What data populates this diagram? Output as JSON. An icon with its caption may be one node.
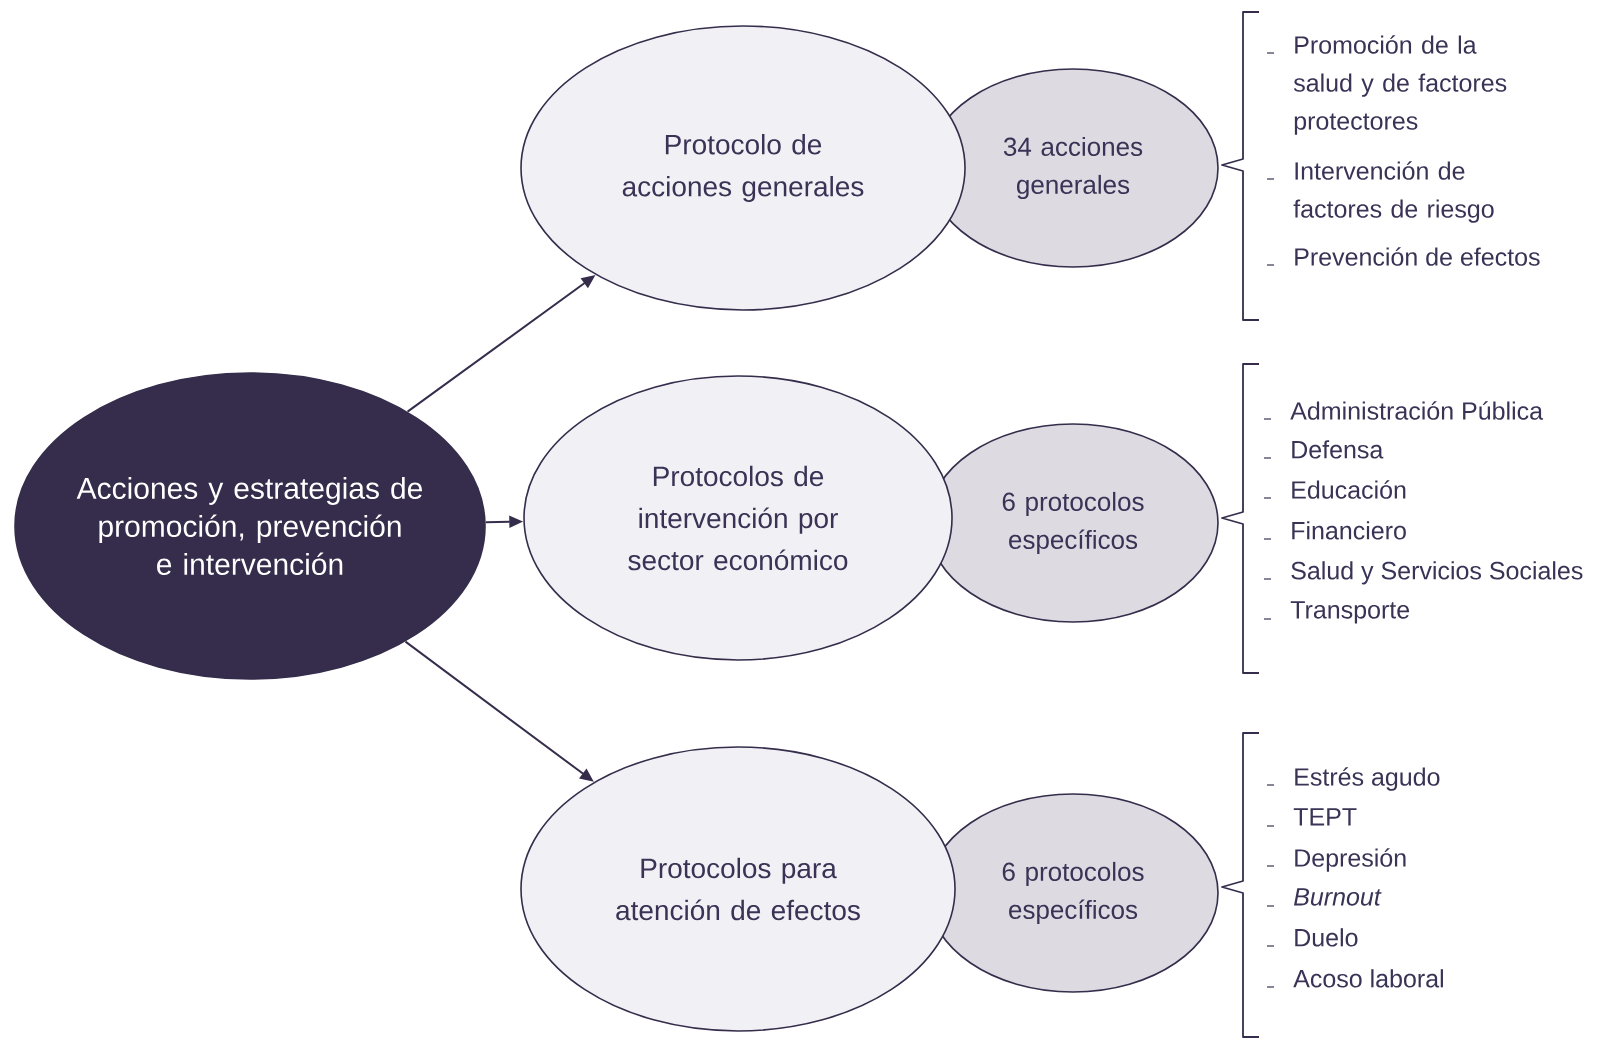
{
  "diagram": {
    "nodes": [
      {
        "text": [
          "Acciones y estrategias de promoción, prevención e intervención"
        ]
      },
      {
        "text": [
          "Protocolo de acciones generales"
        ]
      },
      {
        "text": [
          "34 acciones generales"
        ]
      },
      {
        "text": [
          "Protocolos de intervención por sector económico"
        ]
      },
      {
        "text": [
          "6 protocolos específicos"
        ]
      },
      {
        "text": [
          "Protocolos para atención de efectos"
        ]
      },
      {
        "text": [
          "6 protocolos específicos"
        ]
      }
    ],
    "edges": [
      {
        "from": 0,
        "to": 1,
        "arrow": "to"
      },
      {
        "from": 0,
        "to": 3,
        "arrow": "to"
      },
      {
        "from": 0,
        "to": 5,
        "arrow": "to"
      }
    ],
    "labels": [
      "Promoción de la salud y de factores protectores",
      "Intervención de factores de riesgo",
      "Prevención de efectos",
      "Administración Pública",
      "Defensa",
      "Educación",
      "Financiero",
      "Salud y Servicios Sociales",
      "Transporte",
      "Estrés agudo",
      "TEPT",
      "Depresión",
      "Burnout",
      "Duelo",
      "Acoso laboral"
    ]
  }
}
